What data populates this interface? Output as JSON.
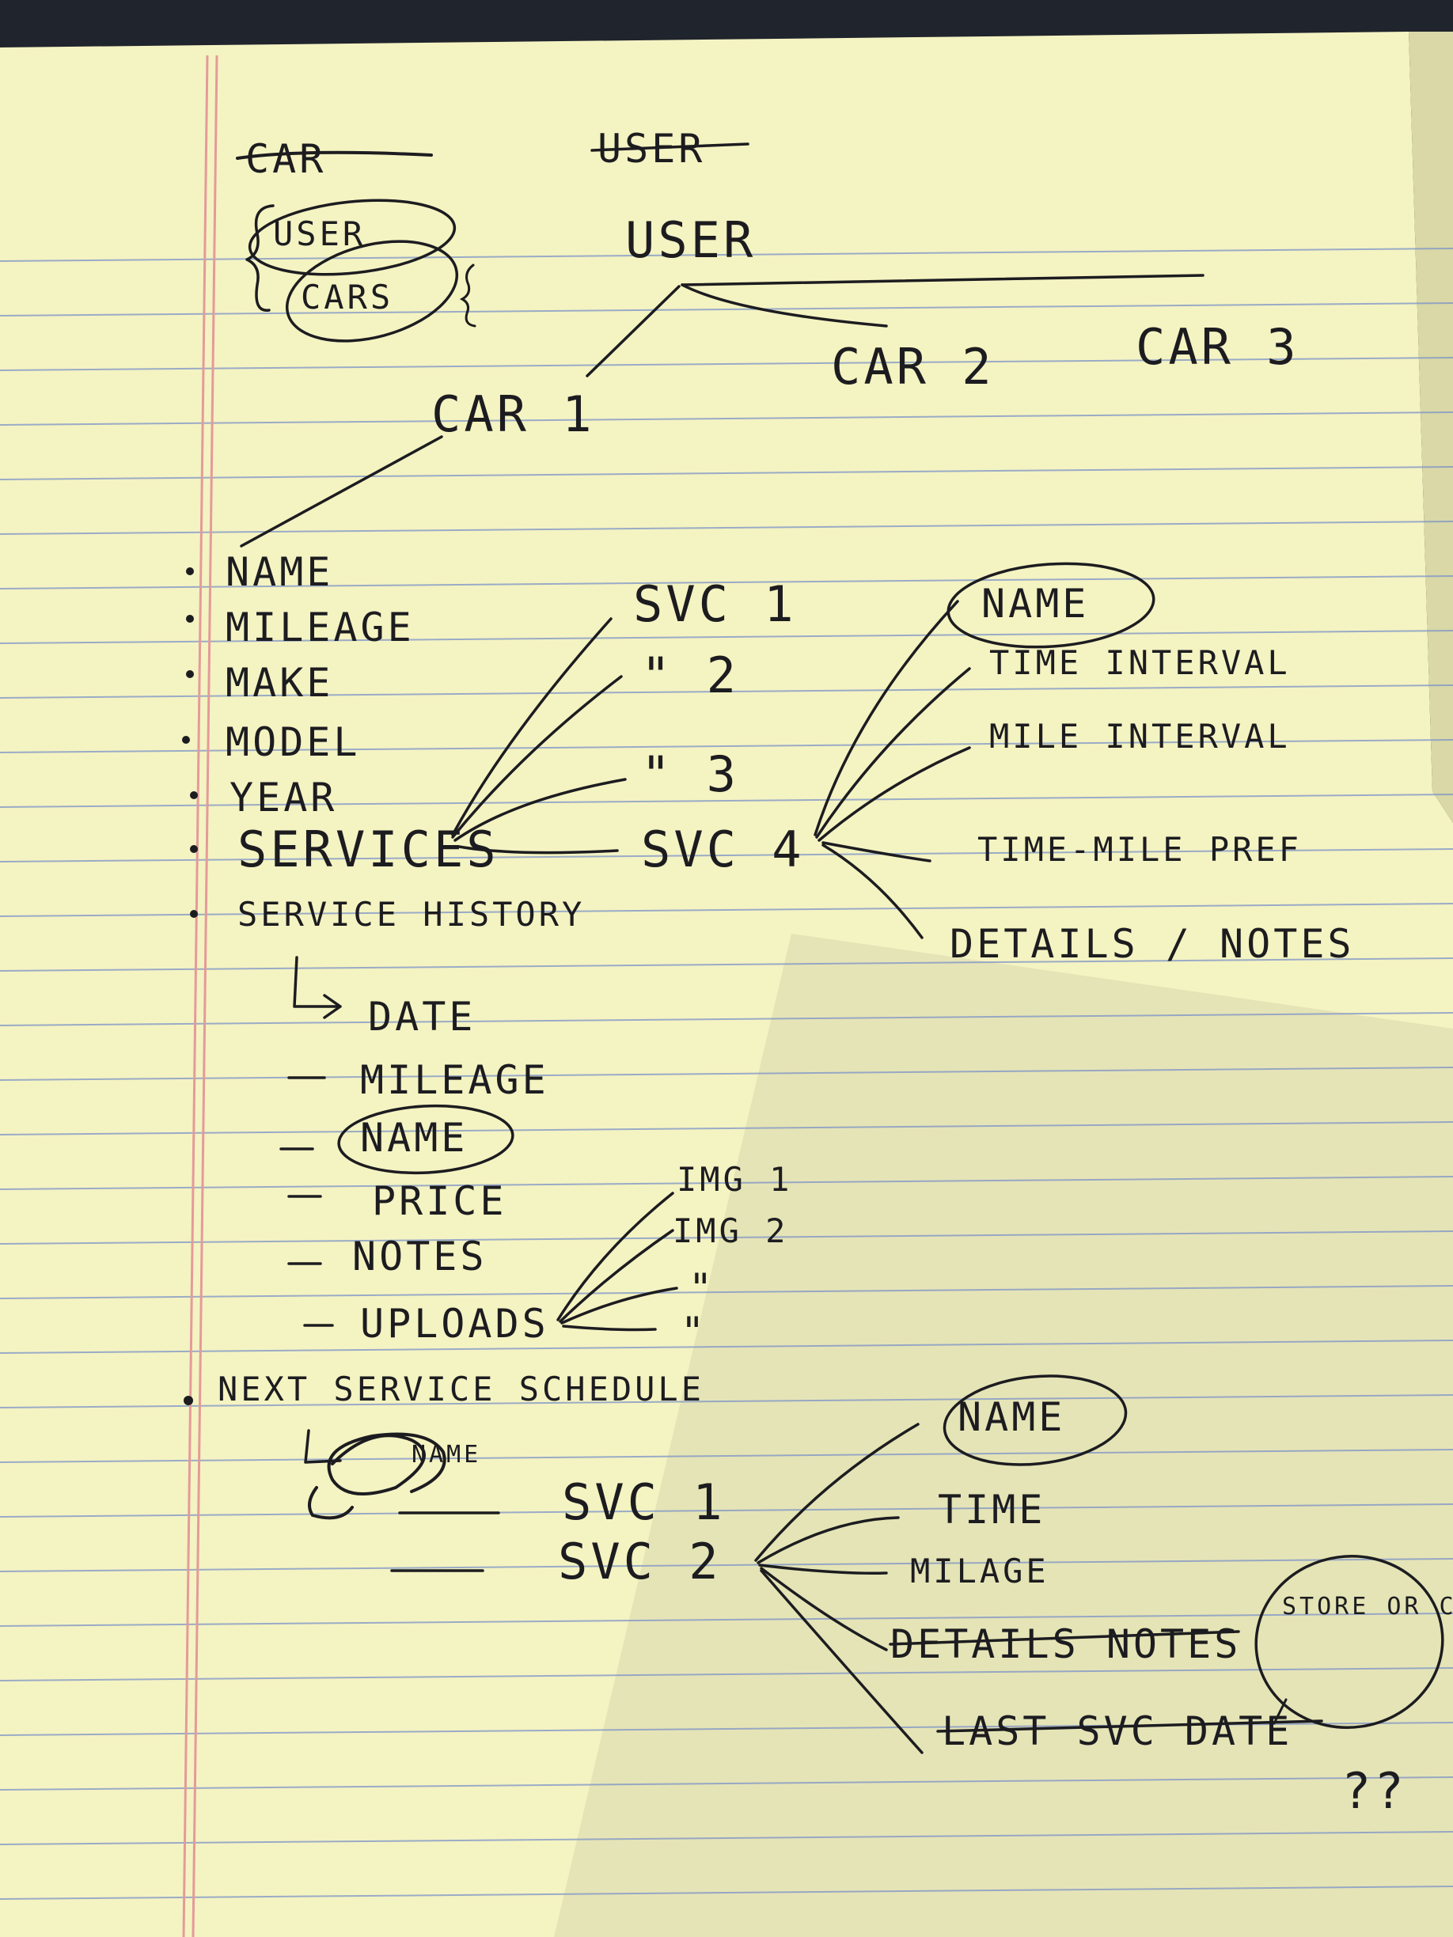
{
  "colors": {
    "paper": "#f4f3c2",
    "rule_line": "#7d93c8",
    "margin_line": "#e59a9a",
    "ink": "#1c1c20",
    "background": "#20242c"
  },
  "top": {
    "struck_car": "CAR",
    "struck_user": "USER",
    "user": "USER",
    "brace_user": "USER",
    "brace_cars": "CARS",
    "car1": "CAR 1",
    "car2": "CAR 2",
    "car3": "CAR 3"
  },
  "car_fields": [
    "NAME",
    "MILEAGE",
    "MAKE",
    "MODEL",
    "YEAR",
    "SERVICES",
    "SERVICE HISTORY"
  ],
  "services": [
    "SVC 1",
    "\" 2",
    "\" 3",
    "SVC 4"
  ],
  "service_details": [
    "NAME",
    "TIME INTERVAL",
    "MILE INTERVAL",
    "TIME-MILE PREF",
    "DETAILS / NOTES"
  ],
  "history_fields": [
    "DATE",
    "MILEAGE",
    "NAME",
    "PRICE",
    "NOTES",
    "UPLOADS"
  ],
  "uploads": [
    "IMG 1",
    "IMG 2",
    "\"",
    "\""
  ],
  "next_service": {
    "heading": "NEXT SERVICE SCHEDULE",
    "struck_name": "NAME",
    "items": [
      "SVC 1",
      "SVC 2"
    ],
    "details": [
      "NAME",
      "TIME",
      "MILAGE",
      "DETAILS NOTES",
      "LAST SVC DATE"
    ],
    "note": "STORE OR CALCULATE",
    "question": "??"
  }
}
